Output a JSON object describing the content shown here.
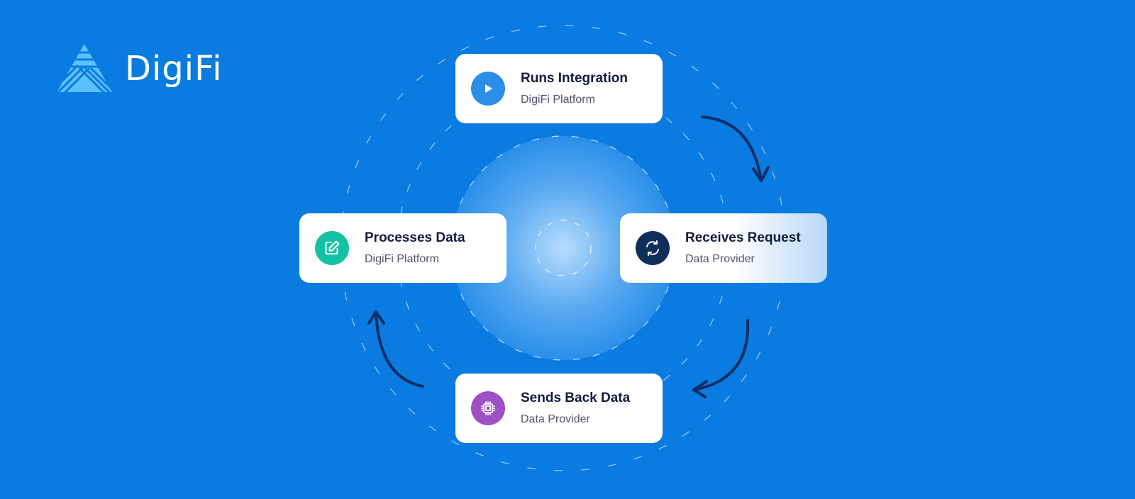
{
  "logo": {
    "text": "DigiFi",
    "icon": "digifi-triangle-logo"
  },
  "steps": [
    {
      "title": "Runs Integration",
      "subtitle": "DigiFi Platform",
      "icon": "play-icon",
      "icon_color": "#2b8fea"
    },
    {
      "title": "Receives Request",
      "subtitle": "Data Provider",
      "icon": "sync-icon",
      "icon_color": "#0f2e5c"
    },
    {
      "title": "Sends Back Data",
      "subtitle": "Data Provider",
      "icon": "chip-icon",
      "icon_color": "#a04fc6"
    },
    {
      "title": "Processes Data",
      "subtitle": "DigiFi Platform",
      "icon": "edit-icon",
      "icon_color": "#13c2a4"
    }
  ],
  "colors": {
    "background": "#0a7be0",
    "arrow": "#0b2f66"
  }
}
